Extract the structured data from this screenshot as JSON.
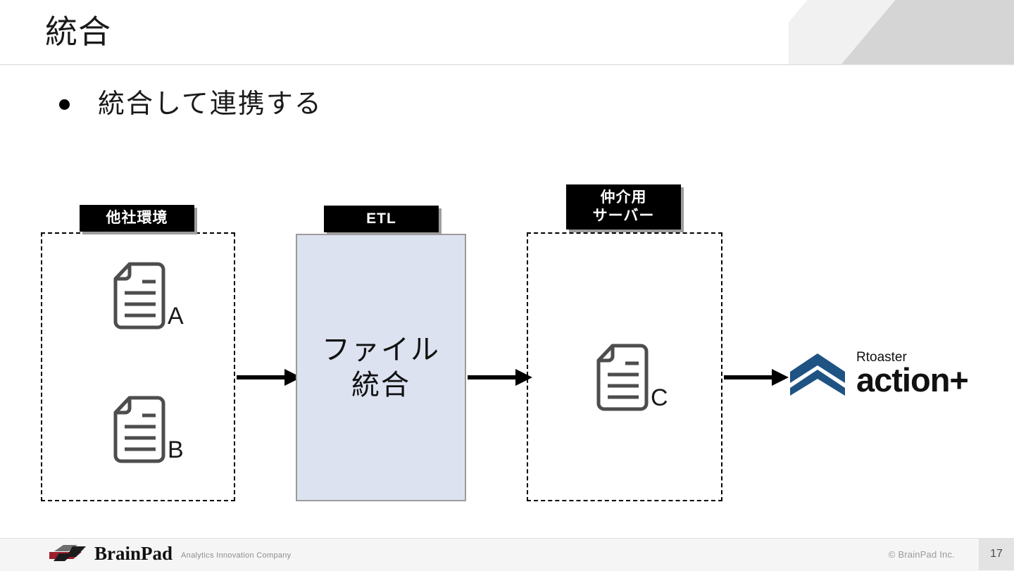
{
  "slide": {
    "title": "統合",
    "page_number": "17",
    "copyright": "© BrainPad Inc."
  },
  "bullets": [
    {
      "text": "統合して連携する"
    }
  ],
  "diagram": {
    "zones": [
      {
        "id": "partner-env",
        "caption": "他社環境"
      },
      {
        "id": "relay-server",
        "caption": "仲介用\nサーバー"
      }
    ],
    "process": {
      "caption": "ETL",
      "label": "ファイル\n統合",
      "fill_color": "#dce2f0",
      "border_color": "#9b9b9b"
    },
    "documents": [
      {
        "letter": "A"
      },
      {
        "letter": "B"
      },
      {
        "letter": "C"
      }
    ],
    "arrows": [
      {
        "id": "arrow-sources-to-etl"
      },
      {
        "id": "arrow-etl-to-relay"
      },
      {
        "id": "arrow-relay-to-rtoaster"
      }
    ],
    "icon_color": "#4d4d4d",
    "arrow_color": "#000000"
  },
  "product_logo": {
    "sub": "Rtoaster",
    "main": "action+",
    "mark_color": "#1f5383"
  },
  "footer": {
    "brand": "BrainPad",
    "tagline": "Analytics Innovation Company",
    "brand_accent": "#9c1f2e"
  }
}
